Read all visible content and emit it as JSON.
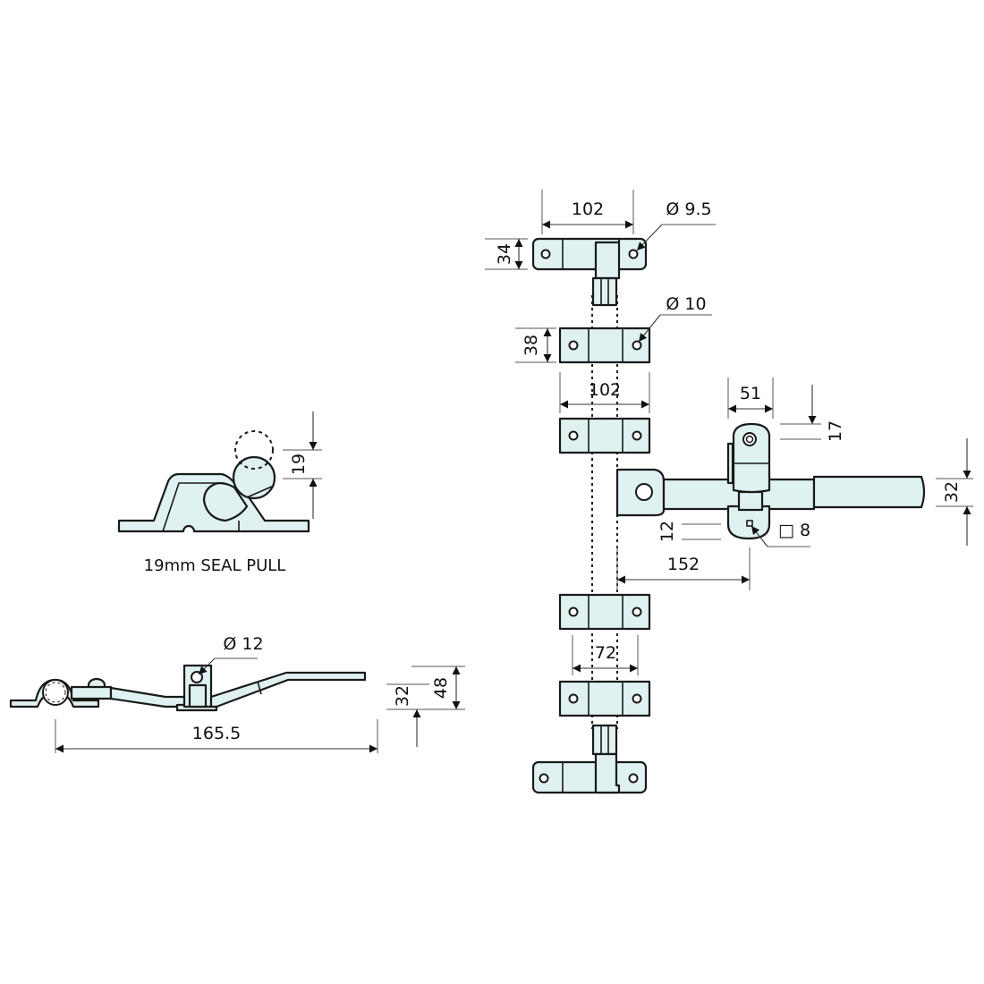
{
  "drawing": {
    "fill_color": "#dff1f1",
    "line_color": "#1a1a1a",
    "background": "#ffffff"
  },
  "seal_pull": {
    "caption": "19mm SEAL PULL",
    "dim_height": "19"
  },
  "side_view": {
    "dim_hole": "Ø 12",
    "dim_length": "165.5",
    "dim_height_1": "32",
    "dim_height_2": "48"
  },
  "rod_assembly": {
    "top_bracket": {
      "dim_width": "102",
      "dim_height": "34",
      "dim_hole": "Ø 9.5"
    },
    "guide_bracket": {
      "dim_height": "38",
      "dim_hole": "Ø 10",
      "dim_width": "102"
    },
    "handle": {
      "dim_hub_width": "51",
      "dim_hub_offset": "17",
      "dim_bar_height": "32",
      "dim_square": "□ 8",
      "dim_lower_offset": "12",
      "dim_reach": "152"
    },
    "lower_spacing": {
      "dim_width": "72"
    }
  }
}
